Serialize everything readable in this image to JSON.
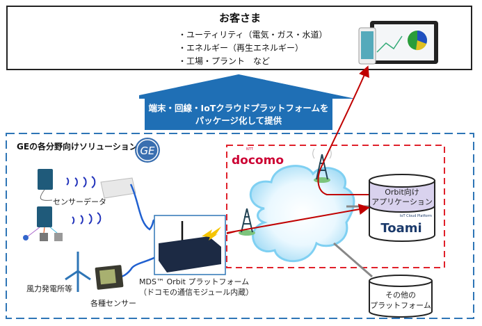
{
  "customers": {
    "title": "お客さま",
    "items": [
      "・ユーティリティ（電気・ガス・水道）",
      "・エネルギー（再生エネルギー）",
      "・工場・プラント　など"
    ]
  },
  "package_arrow": {
    "line1": "端末・回線・IoTクラウドプラットフォームを",
    "line2": "パッケージ化して提供"
  },
  "ge_section": {
    "title": "GEの各分野向けソリューション",
    "logo_text": "GE",
    "sensor_data_label": "センサーデータ",
    "wind_label": "風力発電所等",
    "sensors_label": "各種センサー",
    "router_label_line1": "MDS™ Orbit プラットフォーム",
    "router_label_line2": "（ドコモの通信モジュール内蔵）"
  },
  "docomo_section": {
    "brand": "docomo",
    "brand_prefix": "NTT",
    "orbit_app_line1": "Orbit向け",
    "orbit_app_line2": "アプリケーション",
    "toami_caption": "IoT Cloud Platform",
    "toami_logo": "Toami",
    "other_platform_line1": "その他の",
    "other_platform_line2": "プラットフォーム"
  },
  "colors": {
    "blue_dash": "#2e75b6",
    "red_dash": "#e0202a",
    "arrow_fill": "#1f6fb5",
    "data_line": "#c00000",
    "docomo": "#cc0033",
    "app_fill": "#d9d2ee",
    "cloud": "#c9ecfb"
  }
}
